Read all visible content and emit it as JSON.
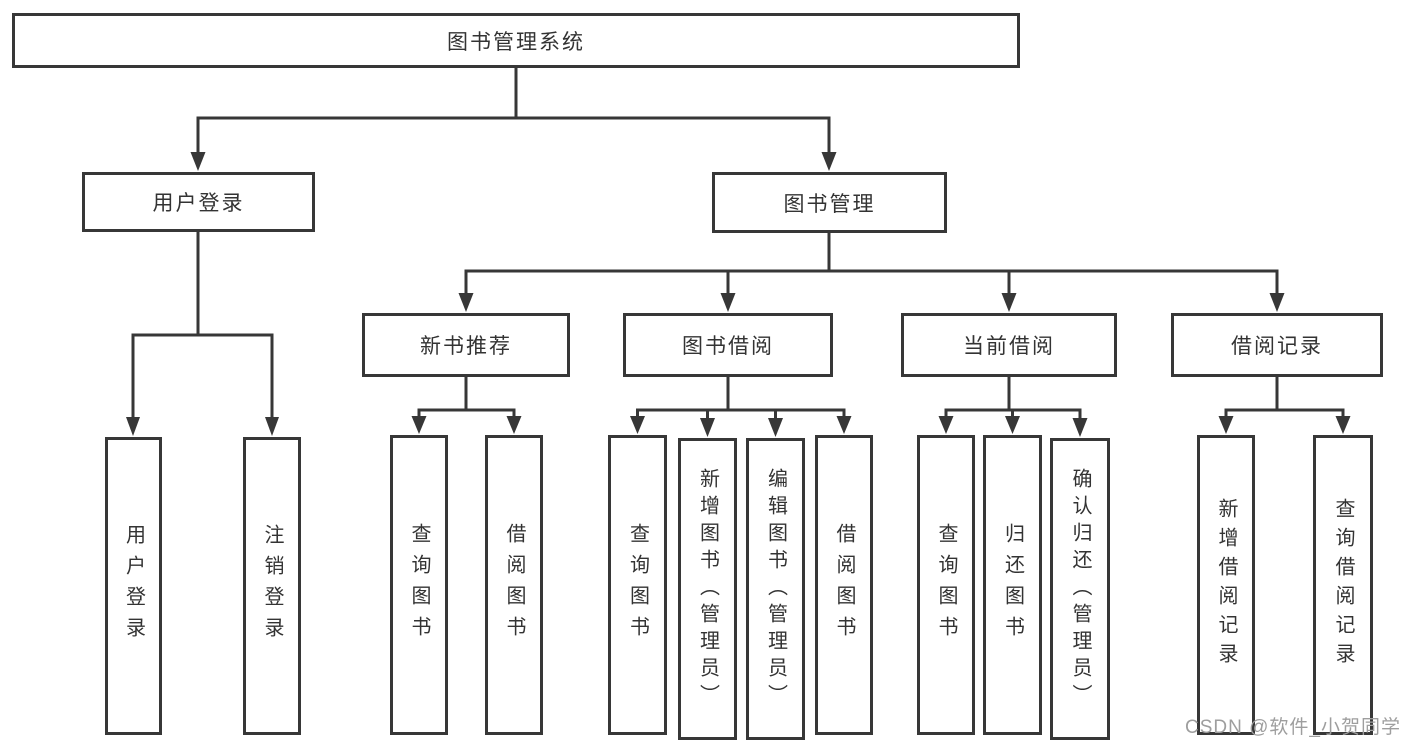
{
  "tree": {
    "root": {
      "label": "图书管理系统",
      "children": [
        {
          "label": "用户登录",
          "children": [
            {
              "label": "用户登录"
            },
            {
              "label": "注销登录"
            }
          ]
        },
        {
          "label": "图书管理",
          "children": [
            {
              "label": "新书推荐",
              "children": [
                {
                  "label": "查询图书"
                },
                {
                  "label": "借阅图书"
                }
              ]
            },
            {
              "label": "图书借阅",
              "children": [
                {
                  "label": "查询图书"
                },
                {
                  "label": "新增图书（管理员）"
                },
                {
                  "label": "编辑图书（管理员）"
                },
                {
                  "label": "借阅图书"
                }
              ]
            },
            {
              "label": "当前借阅",
              "children": [
                {
                  "label": "查询图书"
                },
                {
                  "label": "归还图书"
                },
                {
                  "label": "确认归还（管理员）"
                }
              ]
            },
            {
              "label": "借阅记录",
              "children": [
                {
                  "label": "新增借阅记录"
                },
                {
                  "label": "查询借阅记录"
                }
              ]
            }
          ]
        }
      ]
    }
  },
  "watermark": "CSDN @软件_小贺同学",
  "colors": {
    "line": "#373737",
    "text": "#333333",
    "watermark": "#9e9e9e",
    "background": "#ffffff"
  }
}
